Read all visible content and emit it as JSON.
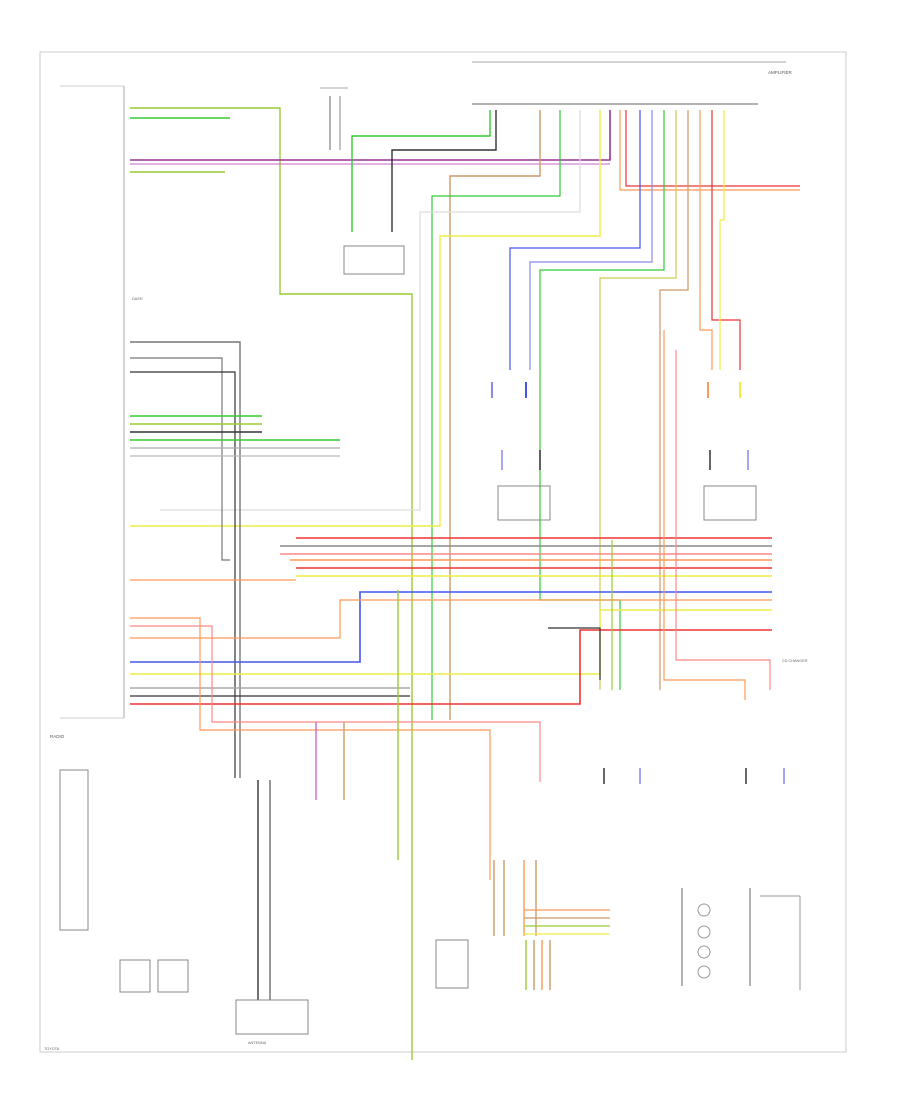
{
  "colors": {
    "green": "#33cc33",
    "yellow_green": "#99cc33",
    "purple": "#993399",
    "violet": "#cc66cc",
    "blue": "#4455ee",
    "light_blue": "#8888ee",
    "red": "#ee3333",
    "orange": "#ff9955",
    "tan": "#cc9966",
    "yellow": "#eeee44",
    "gray": "#777777",
    "dark": "#333333",
    "pink": "#ff8888",
    "white": "#dddddd",
    "frame": "#cccccc"
  },
  "labels": {
    "left_module": "RADIO",
    "top_right_module": "AMPLIFIER",
    "right_bus_label": "CD CHANGER",
    "antenna": "ANTENNA",
    "footer": "TOYOTA",
    "dash_label": "DASH"
  }
}
